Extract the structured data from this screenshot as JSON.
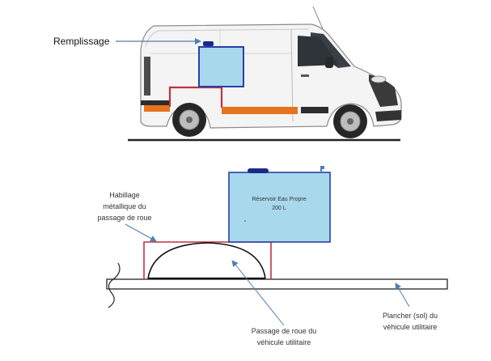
{
  "labels": {
    "filling": "Remplissage",
    "tank_line1": "Réservoir Eau Propre",
    "tank_line2": "200 L",
    "cover_line1": "Habillage",
    "cover_line2": "métallique du",
    "cover_line3": "passage de roue",
    "wheel_line1": "Passage de roue du",
    "wheel_line2": "véhicule utilitaire",
    "floor_line1": "Plancher (sol) du",
    "floor_line2": "véhicule utilitaire"
  },
  "colors": {
    "tank_fill": "#a8d8ec",
    "tank_stroke": "#2a3fa8",
    "cap": "#1a2a8c",
    "wheel_arch_cover": "#c0323e",
    "van_orange": "#e8731e",
    "van_body": "#f4f4f4",
    "arrow": "#4f7fb3"
  }
}
